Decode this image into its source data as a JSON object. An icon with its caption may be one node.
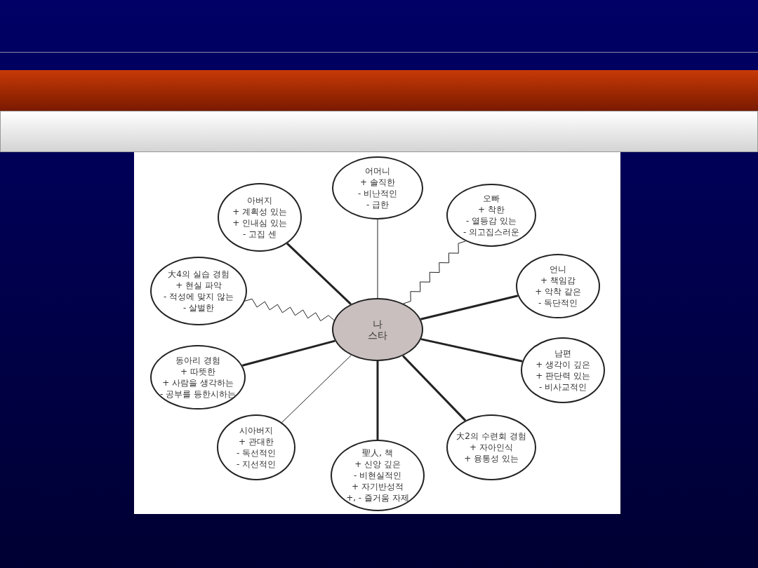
{
  "diagram": {
    "nodes": [
      {
        "text": [
          "나",
          "스타"
        ]
      },
      {
        "text": [
          "어머니",
          "+ 솔직한",
          "- 비난적인",
          "- 급한"
        ]
      },
      {
        "text": [
          "아버지",
          "+ 계획성 있는",
          "+ 인내심 있는",
          "- 고집 센"
        ]
      },
      {
        "text": [
          "오빠",
          "+ 착한",
          "- 열등감 있는",
          "- 의고집스러운"
        ]
      },
      {
        "text": [
          "大4의 실습 경험",
          "+ 현실 파악",
          "- 적성에 맞지 않는",
          "- 살벌한"
        ]
      },
      {
        "text": [
          "언니",
          "+ 책임감",
          "+ 악착 같은",
          "- 독단적인"
        ]
      },
      {
        "text": [
          "동아리 경험",
          "+ 따뜻한",
          "+ 사람을 생각하는",
          "- 공부를 등한시하는"
        ]
      },
      {
        "text": [
          "남편",
          "+ 생각이 깊은",
          "+ 판단력 있는",
          "- 비사교적인"
        ]
      },
      {
        "text": [
          "시아버지",
          "+ 관대한",
          "- 독선적인",
          "- 지선적인"
        ]
      },
      {
        "text": [
          "聖人, 책",
          "+ 신앙 깊은",
          "- 비현실적인",
          "+ 자기반성적",
          "+, - 즐거움 자제"
        ]
      },
      {
        "text": [
          "大2의 수련회 경험",
          "+ 자아인식",
          "+ 융통성 있는"
        ]
      }
    ],
    "edges": [
      {
        "from": 0,
        "to": 1,
        "arrow": "none"
      },
      {
        "from": 0,
        "to": 2,
        "arrow": "none"
      },
      {
        "from": 0,
        "to": 3,
        "arrow": "none"
      },
      {
        "from": 0,
        "to": 4,
        "arrow": "none"
      },
      {
        "from": 0,
        "to": 5,
        "arrow": "none"
      },
      {
        "from": 0,
        "to": 6,
        "arrow": "none"
      },
      {
        "from": 0,
        "to": 7,
        "arrow": "none"
      },
      {
        "from": 0,
        "to": 8,
        "arrow": "none"
      },
      {
        "from": 0,
        "to": 9,
        "arrow": "none"
      },
      {
        "from": 0,
        "to": 10,
        "arrow": "none"
      }
    ]
  }
}
